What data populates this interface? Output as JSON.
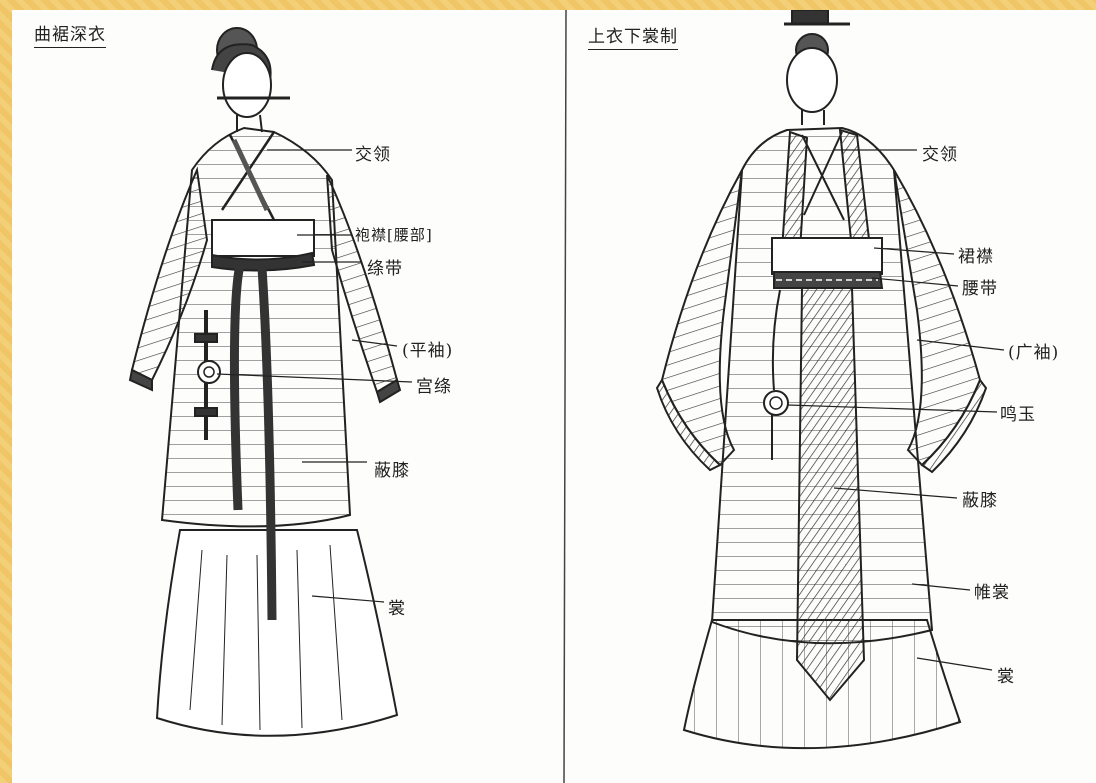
{
  "left_panel": {
    "title": "曲裾深衣",
    "labels": {
      "collar": "交领",
      "waist": "袍襟[腰部]",
      "belt": "绦带",
      "sleeve": "(平袖)",
      "jade": "宫绦",
      "hem": "蔽膝",
      "skirt": "裳"
    }
  },
  "right_panel": {
    "title": "上衣下裳制",
    "labels": {
      "collar": "交领",
      "waist": "裙襟",
      "belt": "腰带",
      "sleeve": "(广袖)",
      "jade": "鸣玉",
      "center": "蔽膝",
      "apron": "帷裳",
      "skirt": "裳"
    }
  },
  "colors": {
    "background": "#f1c96e",
    "paper": "#fdfdfb",
    "ink": "#222222"
  }
}
